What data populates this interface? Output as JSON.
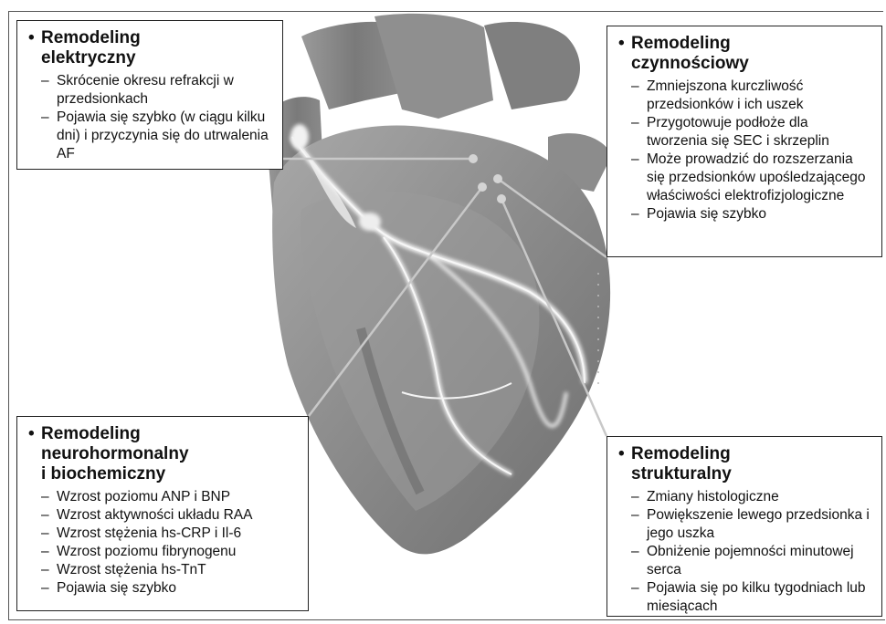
{
  "boxes": {
    "electrical": {
      "title": [
        "Remodeling",
        "elektryczny"
      ],
      "items": [
        "Skrócenie okresu refrakcji w przedsionkach",
        "Pojawia się szybko (w ciągu kilku dni) i przyczynia się do utrwalenia AF"
      ]
    },
    "functional": {
      "title": [
        "Remodeling",
        "czynnościowy"
      ],
      "items": [
        "Zmniejszona kurczliwość przedsionków i ich uszek",
        "Przygotowuje podłoże dla tworzenia się SEC i skrzeplin",
        "Może prowadzić do rozszerzania się przedsionków upośledzającego właściwości elektrofizjologiczne",
        "Pojawia się szybko"
      ]
    },
    "neurohormonal": {
      "title": [
        "Remodeling",
        "neurohormonalny",
        "i biochemiczny"
      ],
      "items": [
        "Wzrost poziomu ANP i BNP",
        "Wzrost aktywności układu RAA",
        "Wzrost stężenia hs-CRP i Il-6",
        "Wzrost poziomu fibrynogenu",
        "Wzrost stężenia hs-TnT",
        "Pojawia się szybko"
      ]
    },
    "structural": {
      "title": [
        "Remodeling",
        "strukturalny"
      ],
      "items": [
        "Zmiany histologiczne",
        "Powiększenie lewego przedsionka i jego uszka",
        "Obniżenie pojemności minutowej serca",
        "Pojawia się po kilku tygodniach lub miesiącach"
      ]
    }
  },
  "symbols": {
    "bullet": "•",
    "dash": "–"
  },
  "colors": {
    "heart_fill": "#8a8a8a",
    "heart_dark": "#5c5c5c",
    "conduction": "#f4f4f4",
    "connector": "#c8c8c8"
  }
}
